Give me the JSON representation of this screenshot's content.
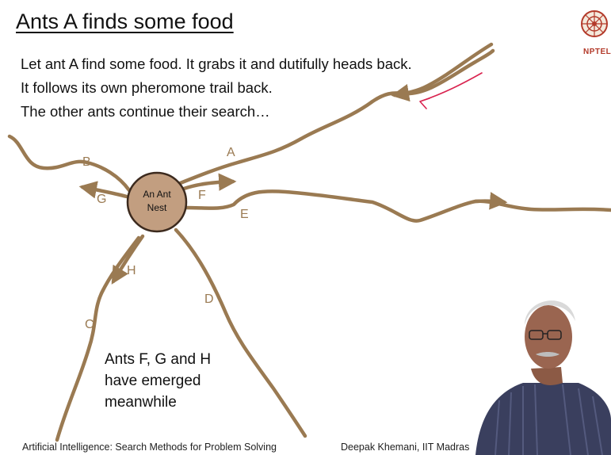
{
  "slide": {
    "title": "Ants A finds some food",
    "logo_text": "NPTEL",
    "body_lines": [
      "Let ant A find some food. It grabs it and dutifully heads back.",
      "It follows its own pheromone trail back.",
      "The other ants continue their search…"
    ],
    "nest_label_line1": "An Ant",
    "nest_label_line2": "Nest",
    "path_labels": {
      "a": "A",
      "b": "B",
      "c": "C",
      "d": "D",
      "e": "E",
      "f": "F",
      "g": "G",
      "h": "H"
    },
    "note_lines": [
      "Ants F, G and H",
      "have emerged",
      "meanwhile"
    ],
    "footer_left": "Artificial Intelligence: Search Methods for Problem Solving",
    "footer_right": "Deepak Khemani, IIT Madras"
  },
  "colors": {
    "trail": "#9a7a52",
    "nest_fill": "#c29e80",
    "nest_stroke": "#3c2a1e",
    "annotation": "#d9234f",
    "text": "#111111"
  }
}
